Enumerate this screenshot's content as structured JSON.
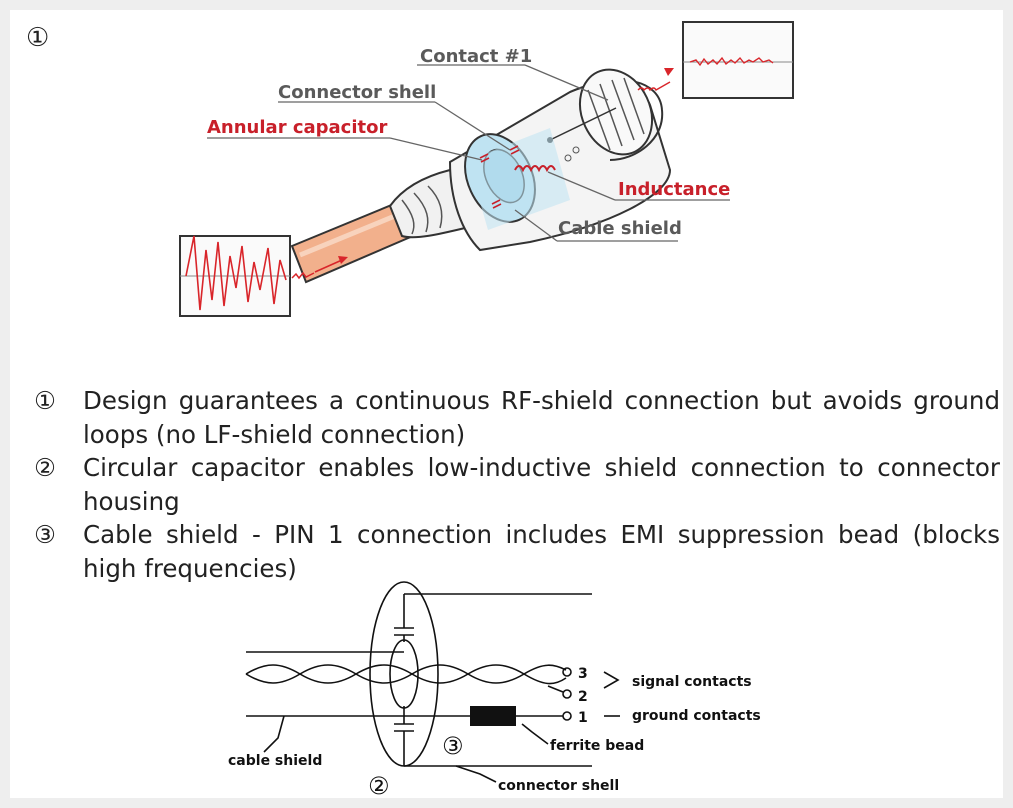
{
  "figure_label": "①",
  "callouts": {
    "contact": "Contact #1",
    "connector_shell": "Connector shell",
    "annular_capacitor": "Annular capacitor",
    "inductance": "Inductance",
    "cable_shield": "Cable shield"
  },
  "colors": {
    "red_label": "#c8202a",
    "gray_label": "#5a5a5a",
    "cable": "#f2b08c",
    "shield_blue": "#bfe3f2",
    "signal": "#d9252a"
  },
  "notes": [
    {
      "num": "①",
      "text": "Design guarantees a continuous RF-shield connection but avoids ground loops (no LF-shield connection)"
    },
    {
      "num": "②",
      "text": "Circular capacitor enables low-inductive shield connection to connector housing"
    },
    {
      "num": "③",
      "text": "Cable shield - PIN 1 connection includes EMI suppression bead (blocks high frequencies)"
    }
  ],
  "schematic": {
    "pin3": "3",
    "pin2": "2",
    "pin1": "1",
    "signal_contacts": "signal contacts",
    "ground_contacts": "ground contacts",
    "ferrite_bead": "ferrite bead",
    "cable_shield": "cable shield",
    "connector_shell": "connector shell",
    "marker_2": "②",
    "marker_3": "③"
  }
}
